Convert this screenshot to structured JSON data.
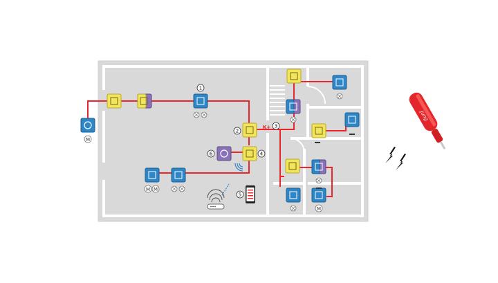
{
  "colors": {
    "floor": "#d9d9d9",
    "walls": "#ffffff",
    "wire": "#e8262b",
    "yellow_device": "#f3e55a",
    "blue_device": "#2f86c6",
    "purple_device": "#8a72b8",
    "screwdriver": "#e3262b",
    "spark": "#111111"
  },
  "markers": [
    {
      "id": "m1",
      "label": "1"
    },
    {
      "id": "m2",
      "label": "2"
    },
    {
      "id": "m3",
      "label": "3"
    },
    {
      "id": "m4",
      "label": "4"
    },
    {
      "id": "m5",
      "label": "5"
    },
    {
      "id": "m6",
      "label": "6"
    }
  ],
  "bus_label": "K+",
  "loads": {
    "motor_symbol": "M"
  },
  "icons": {
    "lamp": "lamp-icon",
    "motor": "motor-icon",
    "router": "wifi-router-icon",
    "phone": "smartphone-icon",
    "wireless": "wireless-waves-icon",
    "screwdriver": "screwdriver-icon",
    "spark": "lightning-icon"
  },
  "screwdriver_brand": "Jung"
}
